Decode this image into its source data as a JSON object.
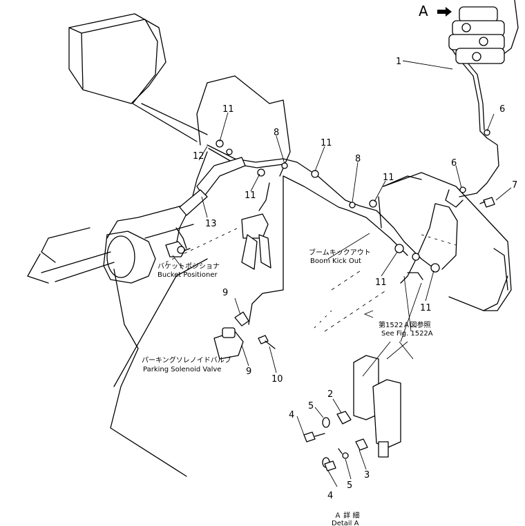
{
  "detail_marker": "A",
  "callouts": {
    "c1": "1",
    "c2": "2",
    "c3": "3",
    "c4a": "4",
    "c4b": "4",
    "c5a": "5",
    "c5b": "5",
    "c6a": "6",
    "c6b": "6",
    "c7": "7",
    "c8a": "8",
    "c8b": "8",
    "c9a": "9",
    "c9b": "9",
    "c10": "10",
    "c11a": "11",
    "c11b": "11",
    "c11c": "11",
    "c11d": "11",
    "c11e": "11",
    "c11f": "11",
    "c12": "12",
    "c13": "13"
  },
  "labels": {
    "bucket_positioner_jp": "バケットポジショナ",
    "bucket_positioner_en": "Bucket Positioner",
    "boom_kickout_jp": "ブームキックアウト",
    "boom_kickout_en": "Boom Kick Out",
    "parking_solenoid_jp": "パーキングソレノイドバルブ",
    "parking_solenoid_en": "Parking Solenoid Valve",
    "see_fig_jp": "第1522Ａ図参照",
    "see_fig_en": "See Fig. 1522A",
    "detail_a_jp": "Ａ 詳 細",
    "detail_a_en": "Detail A"
  }
}
